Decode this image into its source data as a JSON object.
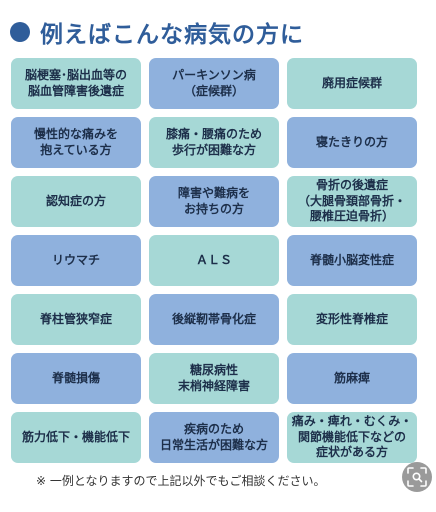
{
  "header": {
    "title": "例えばこんな病気の方に"
  },
  "cells": [
    {
      "text": "脳梗塞･脳出血等の\n脳血管障害後遺症",
      "style": "teal"
    },
    {
      "text": "パーキンソン病\n（症候群）",
      "style": "blue"
    },
    {
      "text": "廃用症候群",
      "style": "teal"
    },
    {
      "text": "慢性的な痛みを\n抱えている方",
      "style": "blue"
    },
    {
      "text": "膝痛・腰痛のため\n歩行が困難な方",
      "style": "teal"
    },
    {
      "text": "寝たきりの方",
      "style": "blue"
    },
    {
      "text": "認知症の方",
      "style": "teal"
    },
    {
      "text": "障害や難病を\nお持ちの方",
      "style": "blue"
    },
    {
      "text": "骨折の後遺症\n（大腿骨頚部骨折・\n腰椎圧迫骨折）",
      "style": "teal"
    },
    {
      "text": "リウマチ",
      "style": "blue"
    },
    {
      "text": "ＡＬＳ",
      "style": "teal"
    },
    {
      "text": "脊髄小脳変性症",
      "style": "blue"
    },
    {
      "text": "脊柱管狭窄症",
      "style": "teal"
    },
    {
      "text": "後縦靭帯骨化症",
      "style": "blue"
    },
    {
      "text": "変形性脊椎症",
      "style": "teal"
    },
    {
      "text": "脊髄損傷",
      "style": "blue"
    },
    {
      "text": "糖尿病性\n末梢神経障害",
      "style": "teal"
    },
    {
      "text": "筋麻痺",
      "style": "blue"
    },
    {
      "text": "筋力低下・機能低下",
      "style": "teal"
    },
    {
      "text": "疾病のため\n日常生活が困難な方",
      "style": "blue"
    },
    {
      "text": "痛み・痺れ・むくみ・\n関節機能低下などの\n症状がある方",
      "style": "teal"
    }
  ],
  "footnote": "※ 一例となりますので上記以外でもご相談ください。",
  "icons": {
    "bullet": "circle-bullet-icon",
    "lens": "image-search-icon"
  },
  "colors": {
    "title": "#2f5d9a",
    "cell_blue": "#8fb1dd",
    "cell_teal": "#a6d8d6",
    "cell_text": "#1d2f4a"
  }
}
